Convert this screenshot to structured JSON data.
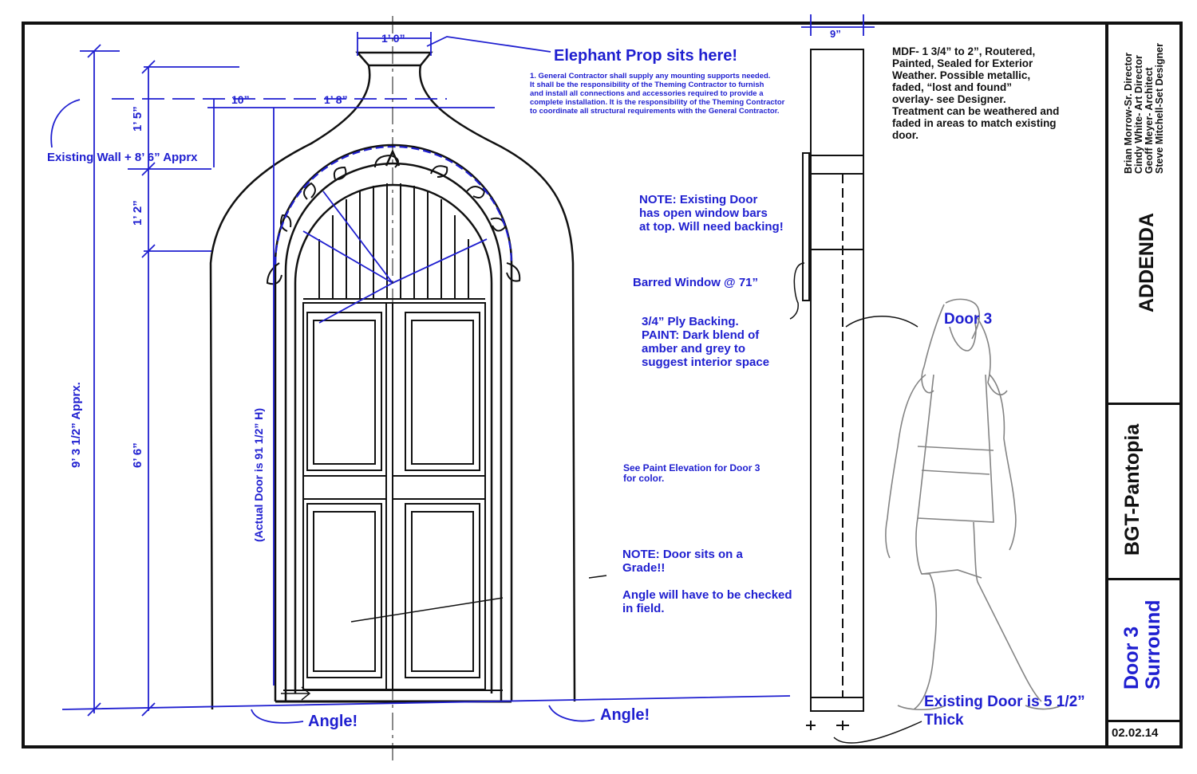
{
  "drawing": {
    "elephant_note": "Elephant Prop sits here!",
    "contractor_notes": [
      "1. General Contractor shall supply any mounting supports needed.",
      "It shall be the responsibility of the Theming Contractor to furnish",
      "and install all connections and accessories required to provide a",
      "complete installation. It is the responsibility of the Theming Contractor",
      "to coordinate all structural requirements with the General Contractor."
    ],
    "dimensions": {
      "top_width": "1’ 0”",
      "left_offset": "10”",
      "right_offset": "1’ 8”",
      "height_top": "1’ 5”",
      "height_arch": "1’ 2”",
      "height_door": "6’ 6”",
      "overall_height": "9’ 3 1/2” Apprx.",
      "actual_door": "(Actual Door is 91 1/2” H)",
      "side_depth": "9”"
    },
    "existing_wall": "Existing Wall + 8’ 6” Apprx",
    "angle_left": "Angle!",
    "angle_right": "Angle!",
    "note_window_bars": [
      "NOTE: Existing Door",
      "has open window bars",
      "at top. Will need backing!"
    ],
    "barred_window": "Barred Window @ 71”",
    "ply_backing": [
      "3/4” Ply Backing.",
      "PAINT: Dark blend of",
      "amber and grey to",
      "suggest interior space"
    ],
    "paint_elevation": [
      "See Paint Elevation for Door 3",
      "for color."
    ],
    "note_grade": [
      "NOTE: Door sits on a",
      "Grade!!",
      "",
      "Angle will have to be checked",
      "in field."
    ],
    "door_label": "Door 3",
    "existing_door_thick": [
      "Existing Door is 5 1/2”",
      "Thick"
    ],
    "mdf_note": [
      "MDF- 1 3/4” to 2”, Routered,",
      "Painted, Sealed for Exterior",
      "Weather. Possible metallic,",
      "faded, “lost and found”",
      "overlay- see Designer.",
      "Treatment can be weathered and",
      "faded in areas to match existing",
      "door."
    ]
  },
  "title_block": {
    "credits": [
      "Brian Morrow-Sr. Director",
      "Cindy White- Art Director",
      "Geoff Meyer- Architect",
      "Steve Mitchell-Set Designer"
    ],
    "sheet_set": "ADDENDA",
    "project": "BGT-Pantopia",
    "sheet_title_1": "Door 3",
    "sheet_title_2": "Surround",
    "date": "02.02.14"
  },
  "colors": {
    "ink": "#111111",
    "markup": "#1f1fd0",
    "pencil": "#777777"
  }
}
